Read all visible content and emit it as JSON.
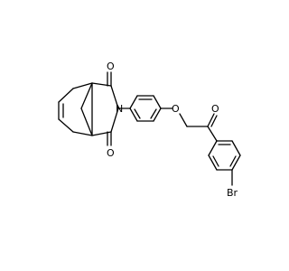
{
  "molecule": {
    "atom_labels": {
      "oxygen_top": "O",
      "oxygen_bottom": "O",
      "nitrogen": "N",
      "ether_oxygen": "O",
      "ketone_oxygen": "O",
      "bromine": "Br"
    },
    "colors": {
      "bond": "#000000",
      "background": "#ffffff"
    }
  }
}
